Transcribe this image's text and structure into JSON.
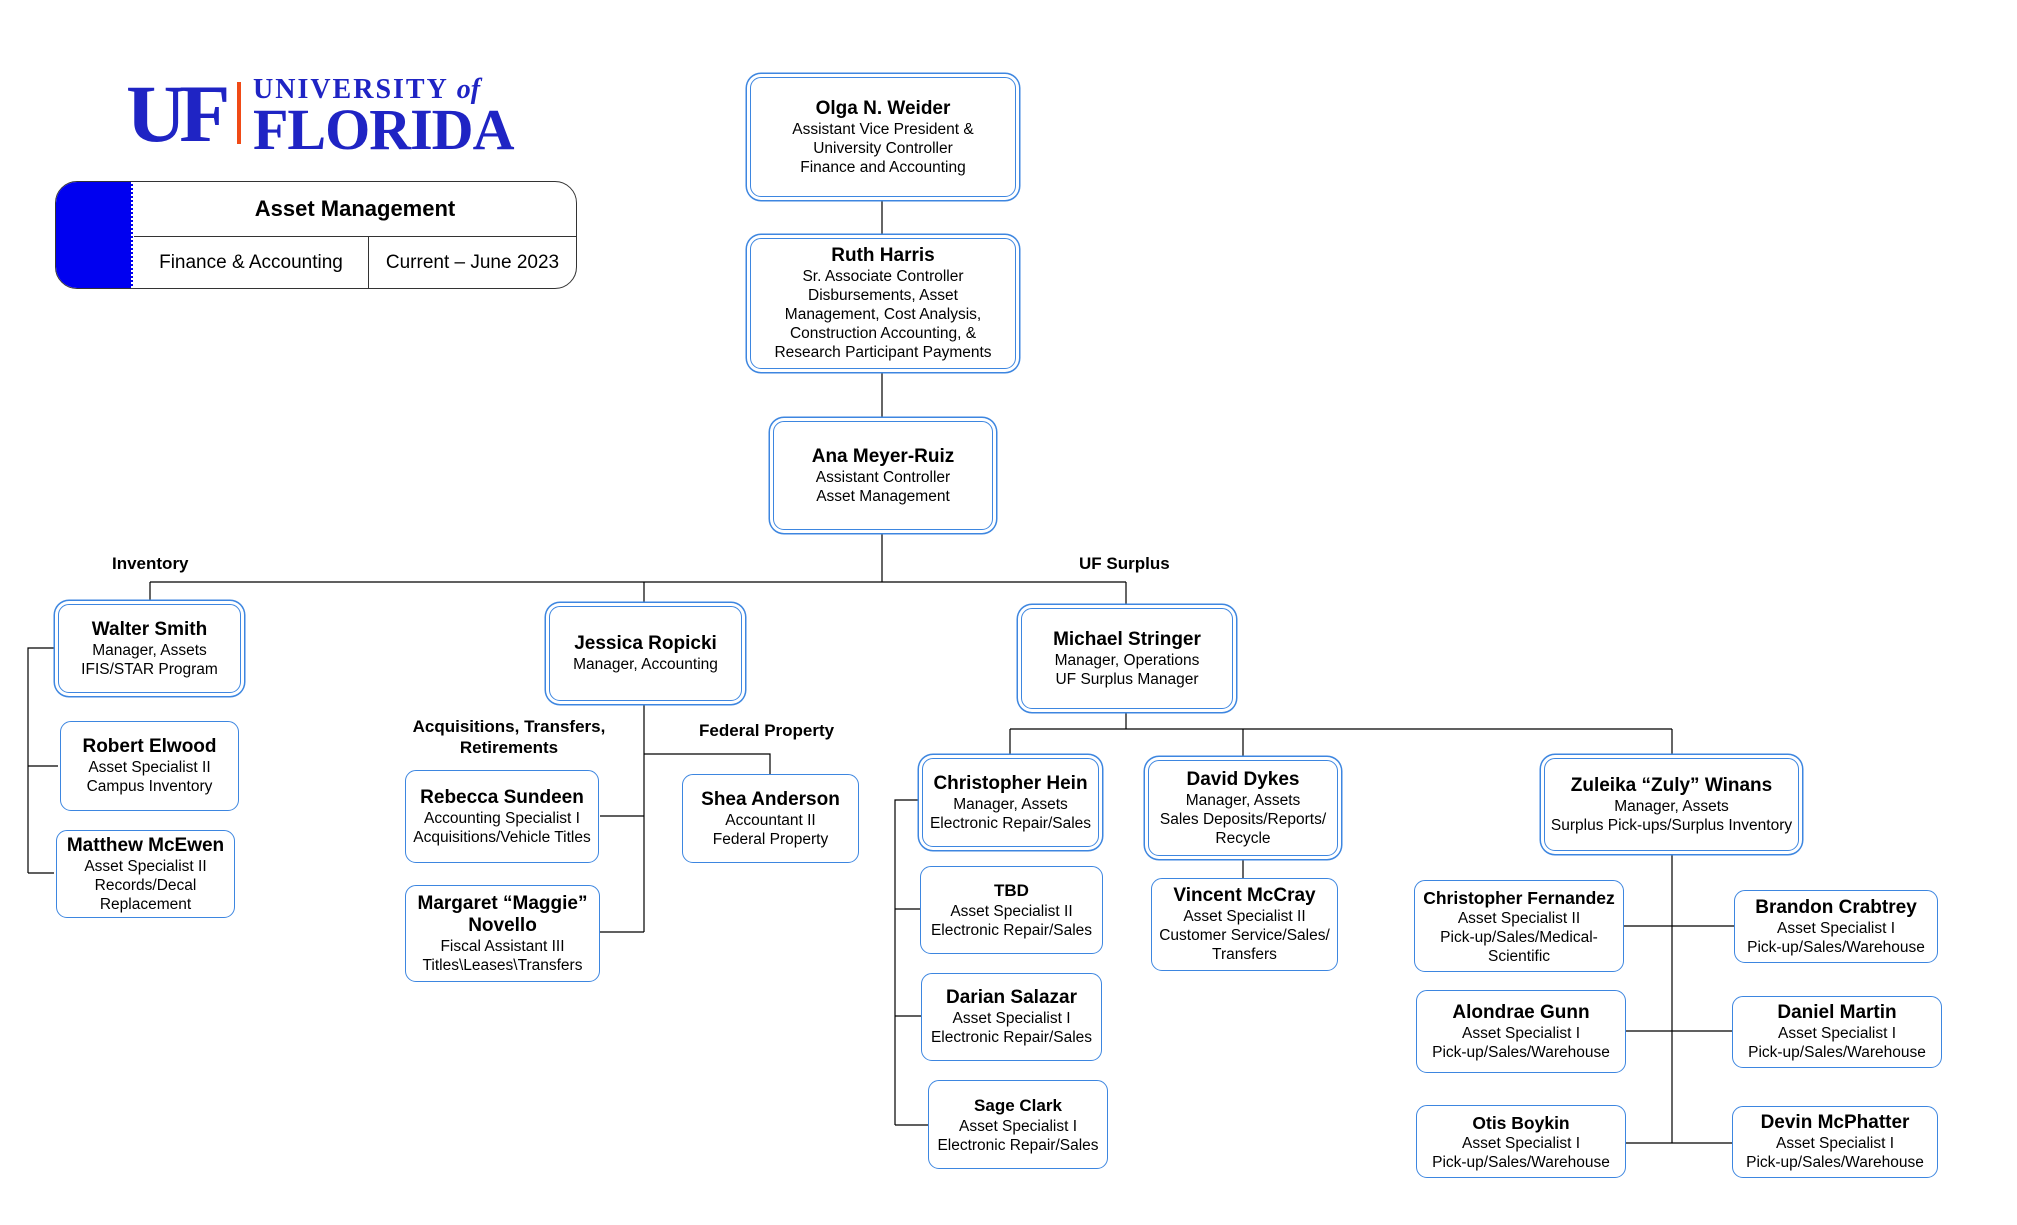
{
  "logo": {
    "uf": "UF",
    "university": "UNIVERSITY",
    "of": "of",
    "florida": "FLORIDA"
  },
  "title_box": {
    "title": "Asset Management",
    "department": "Finance & Accounting",
    "date": "Current – June 2023",
    "accent_color": "#0000f0"
  },
  "section_labels": {
    "inventory": "Inventory",
    "uf_surplus": "UF Surplus",
    "acquisitions": "Acquisitions, Transfers, Retirements",
    "federal_property": "Federal Property"
  },
  "colors": {
    "box_border": "#3d86e0",
    "connector": "#000000",
    "logo_blue": "#1f24c4",
    "logo_orange": "#f04a16"
  },
  "people": {
    "weider": {
      "name": "Olga N. Weider",
      "title": [
        "Assistant Vice President &",
        "University Controller",
        "Finance and Accounting"
      ]
    },
    "harris": {
      "name": "Ruth Harris",
      "title": [
        "Sr. Associate Controller",
        "Disbursements, Asset",
        "Management, Cost Analysis,",
        "Construction Accounting, &",
        "Research Participant Payments"
      ]
    },
    "meyer": {
      "name": "Ana Meyer-Ruiz",
      "title": [
        "Assistant Controller",
        "Asset Management"
      ]
    },
    "smith": {
      "name": "Walter Smith",
      "title": [
        "Manager, Assets",
        "IFIS/STAR Program"
      ]
    },
    "elwood": {
      "name": "Robert Elwood",
      "title": [
        "Asset Specialist II",
        "Campus Inventory"
      ]
    },
    "mcewen": {
      "name": "Matthew McEwen",
      "title": [
        "Asset Specialist II",
        "Records/Decal",
        "Replacement"
      ]
    },
    "ropicki": {
      "name": "Jessica Ropicki",
      "title": [
        "Manager, Accounting"
      ]
    },
    "sundeen": {
      "name": "Rebecca Sundeen",
      "title": [
        "Accounting Specialist I",
        "Acquisitions/Vehicle Titles"
      ]
    },
    "novello": {
      "name": "Margaret “Maggie” Novello",
      "title": [
        "Fiscal Assistant III",
        "Titles\\Leases\\Transfers"
      ]
    },
    "anderson": {
      "name": "Shea Anderson",
      "title": [
        "Accountant II",
        "Federal Property"
      ]
    },
    "stringer": {
      "name": "Michael Stringer",
      "title": [
        "Manager, Operations",
        "UF Surplus Manager"
      ]
    },
    "hein": {
      "name": "Christopher Hein",
      "title": [
        "Manager, Assets",
        "Electronic Repair/Sales"
      ]
    },
    "tbd": {
      "name": "TBD",
      "title": [
        "Asset Specialist II",
        "Electronic Repair/Sales"
      ]
    },
    "salazar": {
      "name": "Darian Salazar",
      "title": [
        "Asset Specialist I",
        "Electronic Repair/Sales"
      ]
    },
    "clark": {
      "name": "Sage Clark",
      "title": [
        "Asset Specialist I",
        "Electronic Repair/Sales"
      ]
    },
    "dykes": {
      "name": "David Dykes",
      "title": [
        "Manager, Assets",
        "Sales Deposits/Reports/",
        "Recycle"
      ]
    },
    "mccray": {
      "name": "Vincent McCray",
      "title": [
        "Asset Specialist II",
        "Customer Service/Sales/",
        "Transfers"
      ]
    },
    "winans": {
      "name": "Zuleika “Zuly” Winans",
      "title": [
        "Manager, Assets",
        "Surplus Pick-ups/Surplus Inventory"
      ]
    },
    "fernandez": {
      "name": "Christopher Fernandez",
      "title": [
        "Asset Specialist II",
        "Pick-up/Sales/Medical-",
        "Scientific"
      ]
    },
    "gunn": {
      "name": "Alondrae Gunn",
      "title": [
        "Asset Specialist I",
        "Pick-up/Sales/Warehouse"
      ]
    },
    "boykin": {
      "name": "Otis Boykin",
      "title": [
        "Asset Specialist I",
        "Pick-up/Sales/Warehouse"
      ]
    },
    "crabtrey": {
      "name": "Brandon Crabtrey",
      "title": [
        "Asset Specialist I",
        "Pick-up/Sales/Warehouse"
      ]
    },
    "martin": {
      "name": "Daniel Martin",
      "title": [
        "Asset Specialist I",
        "Pick-up/Sales/Warehouse"
      ]
    },
    "mcphatter": {
      "name": "Devin McPhatter",
      "title": [
        "Asset Specialist I",
        "Pick-up/Sales/Warehouse"
      ]
    }
  }
}
